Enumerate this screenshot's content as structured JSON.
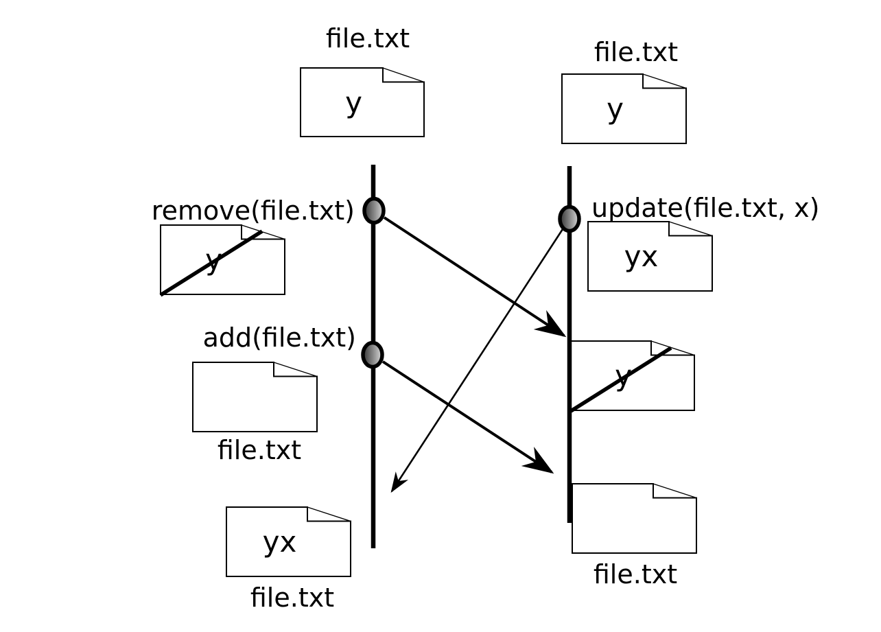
{
  "files": {
    "left_initial": {
      "label": "file.txt",
      "content": "y"
    },
    "right_initial": {
      "label": "file.txt",
      "content": "y"
    },
    "left_removed": {
      "content": "y"
    },
    "right_updated": {
      "content": "yx"
    },
    "left_added": {
      "label": "file.txt",
      "content": ""
    },
    "right_removed": {
      "content": "y"
    },
    "left_final": {
      "label": "file.txt",
      "content": "yx"
    },
    "right_final": {
      "label": "file.txt",
      "content": ""
    }
  },
  "operations": {
    "remove": "remove(file.txt)",
    "add": "add(file.txt)",
    "update": "update(file.txt, x)"
  },
  "colors": {
    "stroke": "#000000",
    "background": "#ffffff",
    "event_marker_gradient_start": "#333333",
    "event_marker_gradient_end": "#d8d8d8"
  }
}
